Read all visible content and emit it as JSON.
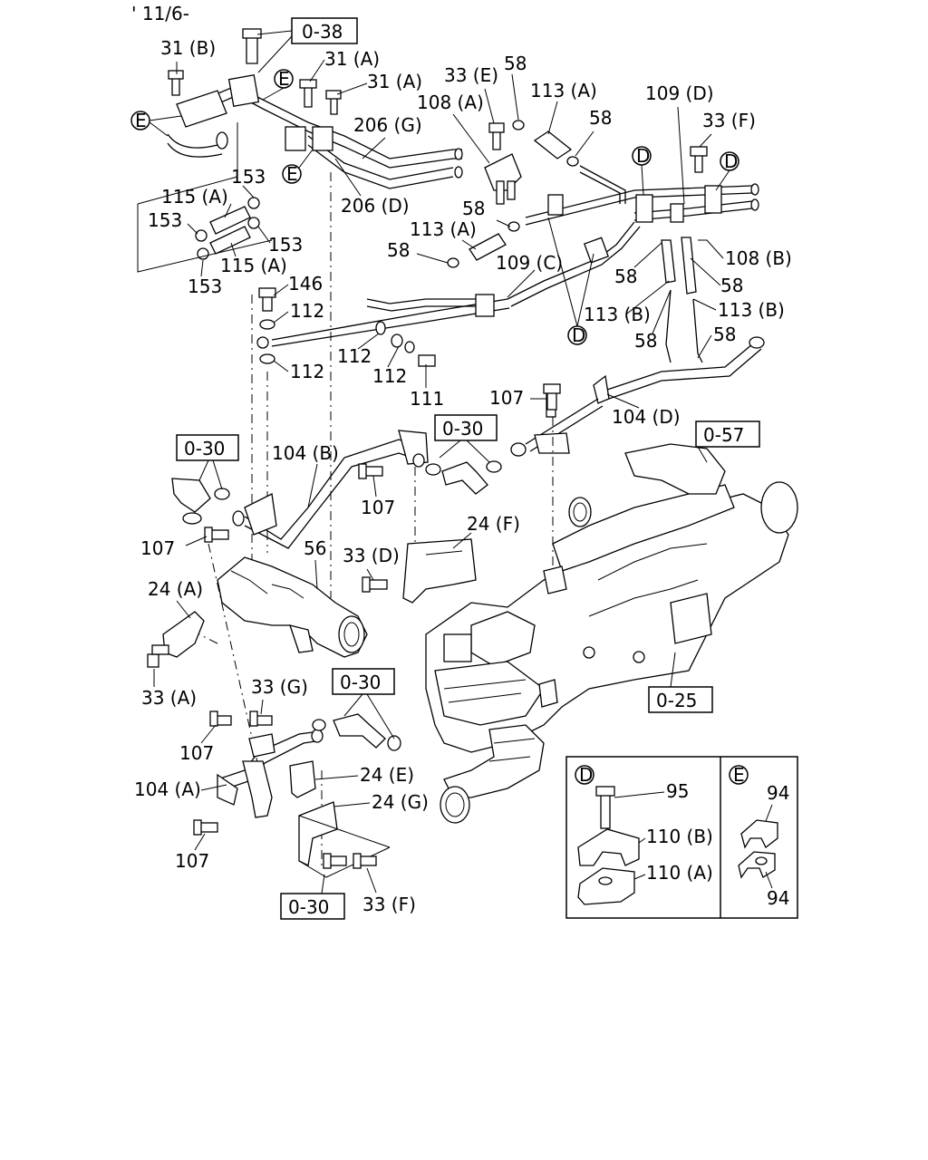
{
  "header": {
    "date_code": "' 11/6-"
  },
  "ref_boxes": {
    "r038": "0-38",
    "r030_mid": "0-30",
    "r030_left": "0-30",
    "r057": "0-57",
    "r030_low": "0-30",
    "r025": "0-25",
    "r030_bottom": "0-30"
  },
  "callouts": {
    "e1": "E",
    "e2": "E",
    "e3": "E",
    "d1": "D",
    "d2": "D",
    "d3": "D"
  },
  "labels": {
    "l31b": "31 (B)",
    "l31a_1": "31 (A)",
    "l31a_2": "31 (A)",
    "l206g": "206 (G)",
    "l206d": "206 (D)",
    "l33e": "33 (E)",
    "l58_1": "58",
    "l113a_1": "113 (A)",
    "l58_2": "58",
    "l108a": "108 (A)",
    "l109d": "109 (D)",
    "l33f_top": "33 (F)",
    "l153_1": "153",
    "l115a_1": "115 (A)",
    "l153_2": "153",
    "l153_3": "153",
    "l115a_2": "115 (A)",
    "l153_4": "153",
    "l58_3": "58",
    "l113a_2": "113 (A)",
    "l58_4": "58",
    "l109c": "109 (C)",
    "l108b": "108 (B)",
    "l58_5": "58",
    "l58_6": "58",
    "l113b_1": "113 (B)",
    "l113b_2": "113 (B)",
    "l58_7": "58",
    "l58_8": "58",
    "l146": "146",
    "l112_1": "112",
    "l112_2": "112",
    "l112_3": "112",
    "l112_4": "112",
    "l111": "111",
    "l107_1": "107",
    "l104d": "104 (D)",
    "l104b": "104 (B)",
    "l107_2": "107",
    "l24f": "24 (F)",
    "l107_3": "107",
    "l56": "56",
    "l33d": "33 (D)",
    "l24a": "24 (A)",
    "l33a": "33 (A)",
    "l33g": "33 (G)",
    "l107_4": "107",
    "l24e": "24 (E)",
    "l104a": "104 (A)",
    "l24g": "24 (G)",
    "l107_5": "107",
    "l33f_bottom": "33 (F)"
  },
  "inset": {
    "d_tag": "D",
    "d_95": "95",
    "d_110b": "110 (B)",
    "d_110a": "110 (A)",
    "e_tag": "E",
    "e_94_top": "94",
    "e_94_bottom": "94"
  }
}
